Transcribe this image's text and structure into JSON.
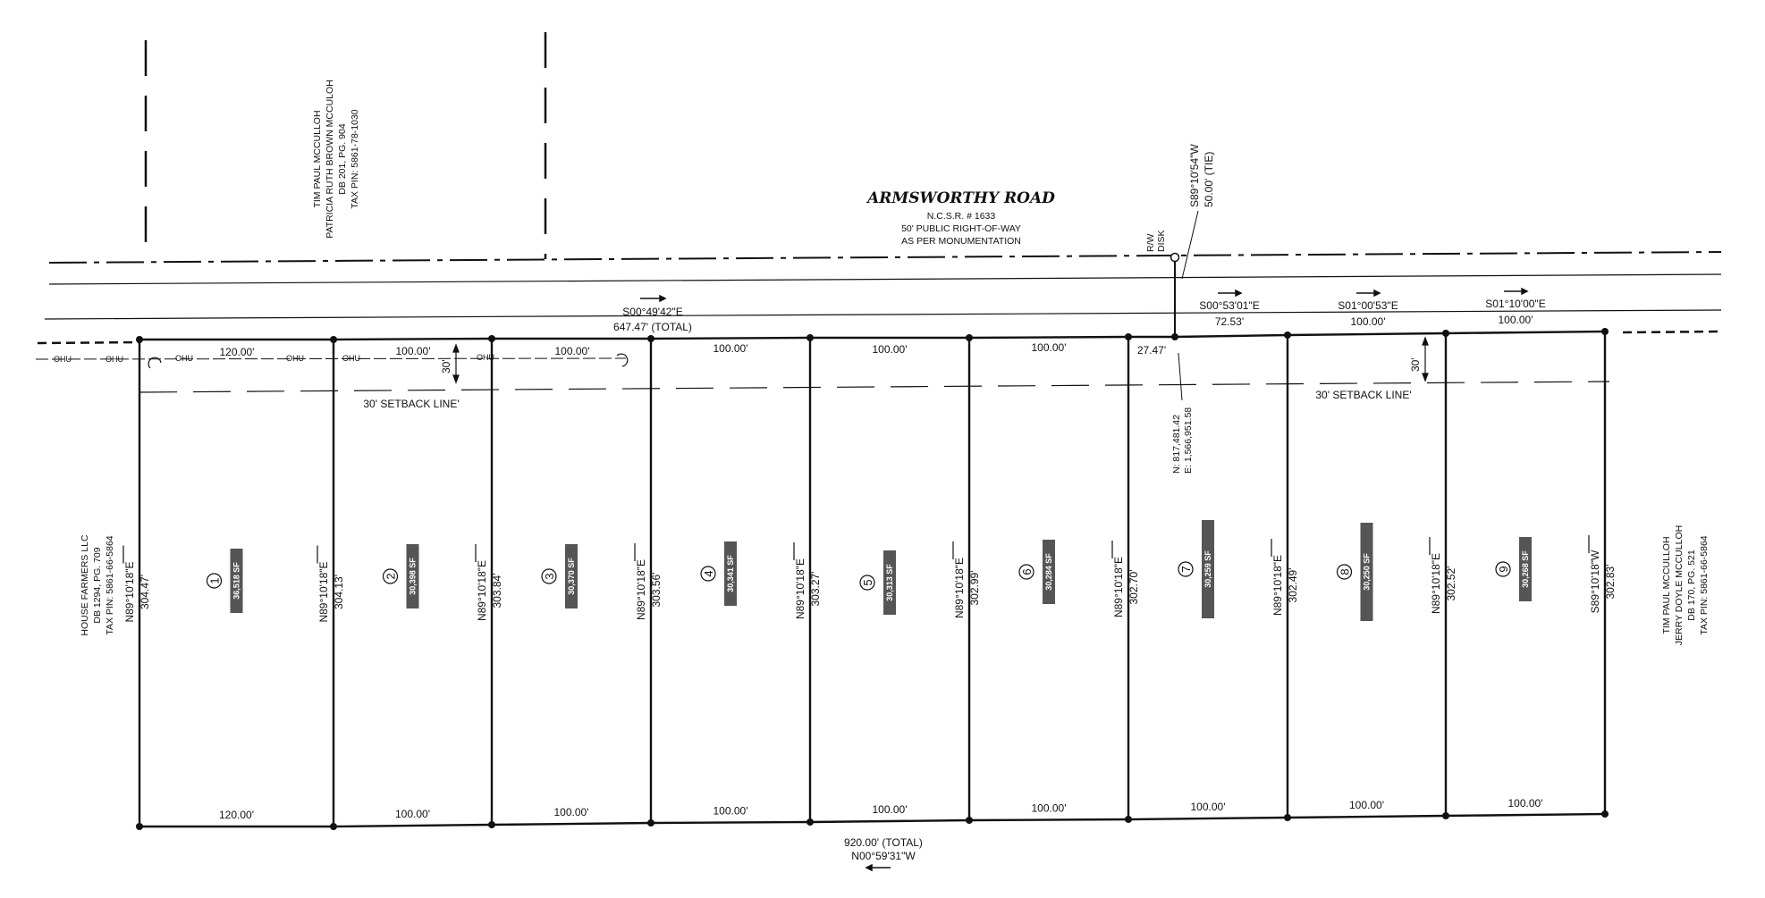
{
  "road": {
    "name": "ARMSWORTHY ROAD",
    "ncsr": "N.C.S.R. # 1633",
    "row": "50' PUBLIC RIGHT-OF-WAY",
    "monument": "AS PER MONUMENTATION"
  },
  "tie": {
    "bearing": "S89°10'54\"W",
    "distance": "50.00' (TIE)"
  },
  "rw_disk": [
    "R/W",
    "DISK"
  ],
  "coords": {
    "north": "N: 817,481.42",
    "east": "E: 1,566,951.58"
  },
  "north_owner": [
    "TIM PAUL MCCULLOH",
    "PATRICIA RUTH BROWN MCCULOH",
    "DB 201, PG. 904",
    "TAX PIN: 5861-78-1030"
  ],
  "west_owner": [
    "HOUSE FARMERS LLC",
    "DB 1294, PG. 709",
    "TAX PIN: 5861-66-5864"
  ],
  "east_owner": [
    "TIM PAUL MCCULLOH",
    "JERRY DOYLE MCCULLOH",
    "DB 170, PG. 521",
    "TAX PIN: 5861-66-5864"
  ],
  "frontage": {
    "west_bearing": "S00°49'42\"E",
    "west_total": "647.47' (TOTAL)",
    "east_segments": [
      {
        "bearing": "S00°53'01\"E",
        "distance": "72.53'"
      },
      {
        "bearing": "S01°00'53\"E",
        "distance": "100.00'"
      },
      {
        "bearing": "S01°10'00\"E",
        "distance": "100.00'"
      }
    ],
    "lot_distances": [
      "120.00'",
      "100.00'",
      "100.00'",
      "100.00'",
      "100.00'",
      "100.00'",
      "27.47'"
    ]
  },
  "ohu_label": "OHU",
  "setback": {
    "label": "30' SETBACK LINE'",
    "dimension": "30'"
  },
  "side_lines": [
    {
      "bearing": "N89°10'18\"E",
      "distance": "304.47'"
    },
    {
      "bearing": "N89°10'18\"E",
      "distance": "304.13'"
    },
    {
      "bearing": "N89°10'18\"E",
      "distance": "303.84'"
    },
    {
      "bearing": "N89°10'18\"E",
      "distance": "303.56'"
    },
    {
      "bearing": "N89°10'18\"E",
      "distance": "303.27'"
    },
    {
      "bearing": "N89°10'18\"E",
      "distance": "302.99'"
    },
    {
      "bearing": "N89°10'18\"E",
      "distance": "302.70'"
    },
    {
      "bearing": "N89°10'18\"E",
      "distance": "302.49'"
    },
    {
      "bearing": "N89°10'18\"E",
      "distance": "302.52'"
    },
    {
      "bearing": "S89°10'18\"W",
      "distance": "302.83'"
    }
  ],
  "lots": [
    {
      "number": "1",
      "area": "36,518 SF"
    },
    {
      "number": "2",
      "area": "30,398 SF"
    },
    {
      "number": "3",
      "area": "30,370 SF"
    },
    {
      "number": "4",
      "area": "30,341 SF"
    },
    {
      "number": "5",
      "area": "30,313 SF"
    },
    {
      "number": "6",
      "area": "30,284 SF"
    },
    {
      "number": "7",
      "area": "30,259 SF"
    },
    {
      "number": "8",
      "area": "30,250 SF"
    },
    {
      "number": "9",
      "area": "30,268 SF"
    }
  ],
  "rear": {
    "segments": [
      "120.00'",
      "100.00'",
      "100.00'",
      "100.00'",
      "100.00'",
      "100.00'",
      "100.00'",
      "100.00'",
      "100.00'"
    ],
    "total": "920.00' (TOTAL)",
    "bearing": "N00°59'31\"W"
  }
}
